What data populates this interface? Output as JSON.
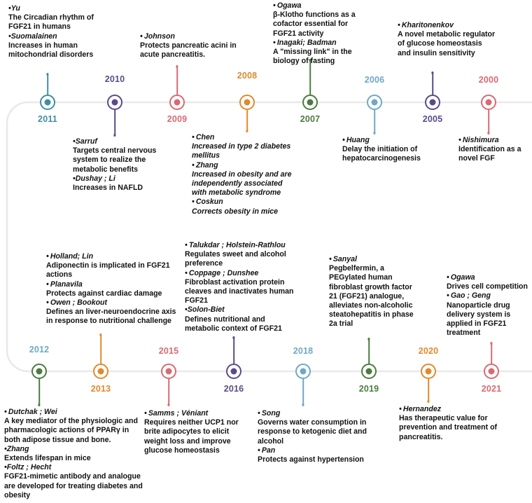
{
  "figure": {
    "type": "historical-timeline",
    "topic": "FGF21 research milestones",
    "direction_top_row": "2011 to 2000 (right-to-left chronology)",
    "direction_bottom_row": "2012 to 2021 (left-to-right chronology)"
  },
  "colors": {
    "teal": "#3f8fa4",
    "purple": "#5b4b8a",
    "red": "#d96a72",
    "orange": "#e08a2e",
    "green": "#4a7c3f",
    "lightblue": "#6fa8c7",
    "rail": "#e8e8e8",
    "text": "#111111"
  },
  "top_row": [
    {
      "id": "t2011",
      "year": "2011",
      "color": "teal",
      "year_pos": "below",
      "stem": "up",
      "entries": [
        {
          "author": "Yu",
          "desc": "The Circadian rhythm of FGF21 in humans"
        },
        {
          "author": "Suomalainen",
          "desc": "Increases in human mitochondrial disorders"
        }
      ]
    },
    {
      "id": "t2010",
      "year": "2010",
      "color": "purple",
      "year_pos": "above",
      "stem": "down",
      "entries": [
        {
          "author": "Sarruf",
          "desc": "Targets central nervous system to realize the metabolic benefits"
        },
        {
          "author": "Dushay ; Li",
          "desc": "Increases in NAFLD"
        }
      ]
    },
    {
      "id": "t2009",
      "year": "2009",
      "color": "red",
      "year_pos": "below",
      "stem": "up",
      "entries": [
        {
          "author": "Johnson",
          "desc": "Protects pancreatic acini in acute pancreatitis."
        }
      ]
    },
    {
      "id": "t2008",
      "year": "2008",
      "color": "orange",
      "year_pos": "above",
      "stem": "down",
      "entries": [
        {
          "author": "Chen",
          "desc": "Increased in type 2 diabetes mellitus"
        },
        {
          "author": "Zhang",
          "desc": "Increased in obesity and are independently associated with metabolic syndrome"
        },
        {
          "author": "Coskun",
          "desc": "Corrects obesity in mice"
        }
      ]
    },
    {
      "id": "t2007",
      "year": "2007",
      "color": "green",
      "year_pos": "below",
      "stem": "up",
      "entries": [
        {
          "author": "Ogawa",
          "desc": "β-Klotho functions as a cofactor essential for FGF21 activity"
        },
        {
          "author": "Inagaki; Badman",
          "desc": "A \"missing link\" in the biology of fasting"
        }
      ]
    },
    {
      "id": "t2006",
      "year": "2006",
      "color": "lightblue",
      "year_pos": "above",
      "stem": "down",
      "entries": [
        {
          "author": "Huang",
          "desc": "Delay the initiation of hepatocarcinogenesis"
        }
      ]
    },
    {
      "id": "t2005",
      "year": "2005",
      "color": "purple",
      "year_pos": "below",
      "stem": "up",
      "entries": [
        {
          "author": "Kharitonenkov",
          "desc": "A novel metabolic regulator of glucose homeostasis and insulin sensitivity"
        }
      ]
    },
    {
      "id": "t2000",
      "year": "2000",
      "color": "red",
      "year_pos": "above",
      "stem": "down",
      "entries": [
        {
          "author": "Nishimura",
          "desc": "Identification as a novel FGF"
        }
      ]
    }
  ],
  "bottom_row": [
    {
      "id": "b2012",
      "year": "2012",
      "color": "green",
      "year_color": "lightblue",
      "year_pos": "above",
      "stem": "down",
      "entries": [
        {
          "author": "Dutchak ; Wei",
          "desc": "A key mediator of the physiologic and pharmacologic actions of PPARγ in both adipose tissue and bone."
        },
        {
          "author": "Zhang",
          "desc": "Extends lifespan in mice"
        },
        {
          "author": "Foltz ; Hecht",
          "desc": "FGF21-mimetic antibody and analogue are developed for treating diabetes and obesity"
        }
      ]
    },
    {
      "id": "b2013",
      "year": "2013",
      "color": "orange",
      "year_pos": "below",
      "stem": "up",
      "entries": [
        {
          "author": "Holland; Lin",
          "desc": "Adiponectin is implicated in FGF21 actions"
        },
        {
          "author": "Planavila",
          "desc": "Protects against cardiac damage"
        },
        {
          "author": "Owen ; Bookout",
          "desc": "Defines an liver-neuroendocrine axis in response to nutritional challenge"
        }
      ]
    },
    {
      "id": "b2015",
      "year": "2015",
      "color": "red",
      "year_pos": "above",
      "stem": "down",
      "entries": [
        {
          "author": "Samms ;  Véniant",
          "desc": "Requires neither UCP1 nor brite adipocytes to elicit weight loss and improve glucose homeostasis"
        }
      ]
    },
    {
      "id": "b2016",
      "year": "2016",
      "color": "purple",
      "year_pos": "below",
      "stem": "up",
      "entries": [
        {
          "author": "Talukdar ; Holstein-Rathlou",
          "desc": "Regulates sweet and alcohol preference"
        },
        {
          "author": "Coppage ; Dunshee",
          "desc": "Fibroblast activation protein cleaves and inactivates human FGF21"
        },
        {
          "author": "Solon-Biet",
          "desc": "Defines nutritional and metabolic context of FGF21"
        }
      ]
    },
    {
      "id": "b2018",
      "year": "2018",
      "color": "lightblue",
      "year_pos": "above",
      "stem": "down",
      "entries": [
        {
          "author": "Song",
          "desc": "Governs water consumption in response to ketogenic diet and alcohol"
        },
        {
          "author": "Pan",
          "desc": "Protects against hypertension"
        }
      ]
    },
    {
      "id": "b2019",
      "year": "2019",
      "color": "green",
      "year_pos": "below",
      "stem": "up",
      "entries": [
        {
          "author": "Sanyal",
          "desc": "Pegbelfermin, a PEGylated human fibroblast growth factor 21 (FGF21) analogue, alleviates non-alcoholic steatohepatitis in phase 2a trial"
        }
      ]
    },
    {
      "id": "b2020",
      "year": "2020",
      "color": "orange",
      "year_pos": "above",
      "stem": "down",
      "entries": [
        {
          "author": "Hernandez",
          "desc": "Has therapeutic value for prevention and treatment of pancreatitis."
        }
      ]
    },
    {
      "id": "b2021",
      "year": "2021",
      "color": "red",
      "year_pos": "below",
      "stem": "up",
      "entries": [
        {
          "author": "Ogawa",
          "desc": "Drives cell competition"
        },
        {
          "author": "Gao ; Geng",
          "desc": "Nanoparticle drug delivery system is applied in FGF21 treatment"
        }
      ]
    }
  ]
}
